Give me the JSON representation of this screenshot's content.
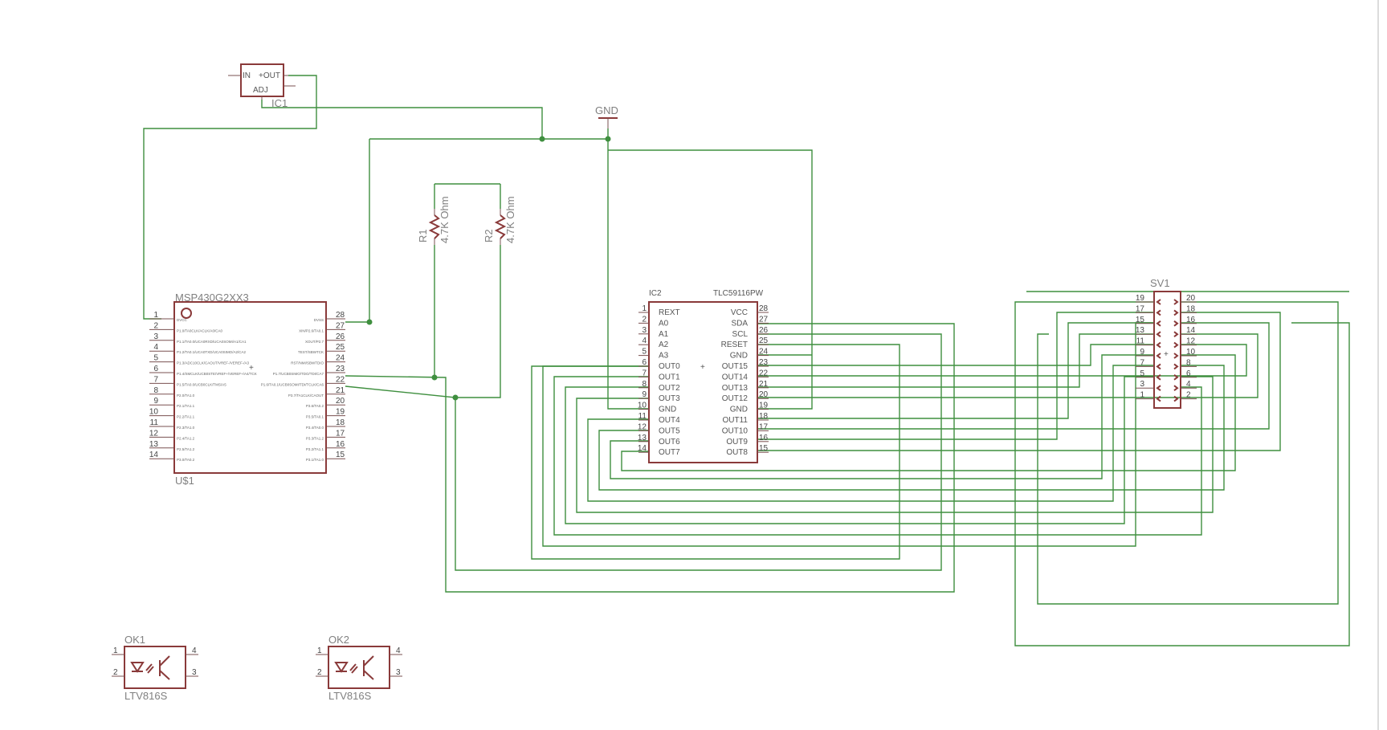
{
  "regulator": {
    "name": "IC1",
    "in": "IN",
    "out": "+OUT",
    "adj": "ADJ"
  },
  "gnd_label": "GND",
  "resistors": [
    {
      "name": "R1",
      "value": "4.7K Ohm"
    },
    {
      "name": "R2",
      "value": "4.7K Ohm"
    }
  ],
  "mcu": {
    "value": "MSP430G2XX3",
    "name": "U$1",
    "left_pins": [
      "1",
      "2",
      "3",
      "4",
      "5",
      "6",
      "7",
      "8",
      "9",
      "10",
      "11",
      "12",
      "13",
      "14"
    ],
    "left_signals": [
      "DVCC",
      "P1.0/TA0CLK/ACLK/A0/CA0",
      "P1.1/TA0.0/UCA0RXD/UCA0SOMI/A1/CA1",
      "P1.2/TA0.1/UCA0TXD/UCA0SIMO/A2/CA2",
      "P1.3/ADC10CLK/CAOUT/VREF-/VEREF-/A3",
      "P1.4/SMCLK/UCB0STE/VREF+/VEREF+/A4/TCK",
      "P1.5/TA0.0/UCB0CLK/TMS/A5",
      "P2.0/TA1.0",
      "P2.1/TA1.1",
      "P2.2/TA1.1",
      "P2.3/TA1.0",
      "P2.4/TA1.2",
      "P2.5/TA1.2",
      "P3.0/TA0.2"
    ],
    "right_pins": [
      "28",
      "27",
      "26",
      "25",
      "24",
      "23",
      "22",
      "21",
      "20",
      "19",
      "18",
      "17",
      "16",
      "15"
    ],
    "right_signals": [
      "DVSS",
      "XIN/P2.6/TA0.1",
      "XOUT/P2.7",
      "TEST/SBWTCK",
      "RST/NMI/SBWTDIO",
      "P1.7/UCB0SIMO/TDO/TDI/CA7",
      "P1.6/TA0.1/UCB0SOMI/TDI/TCLK/CA6",
      "P3.7/TA1CLK/CAOUT",
      "P3.6/TA0.2",
      "P3.5/TA0.1",
      "P3.4/TA0.0",
      "P3.3/TA1.2",
      "P3.2/TA1.1",
      "P3.1/TA1.0"
    ]
  },
  "driver": {
    "name": "IC2",
    "value": "TLC59116PW",
    "left_pins": [
      "1",
      "2",
      "3",
      "4",
      "5",
      "6",
      "7",
      "8",
      "9",
      "10",
      "11",
      "12",
      "13",
      "14"
    ],
    "left_signals": [
      "REXT",
      "A0",
      "A1",
      "A2",
      "A3",
      "OUT0",
      "OUT1",
      "OUT2",
      "OUT3",
      "GND",
      "OUT4",
      "OUT5",
      "OUT6",
      "OUT7"
    ],
    "right_pins": [
      "28",
      "27",
      "26",
      "25",
      "24",
      "23",
      "22",
      "21",
      "20",
      "19",
      "18",
      "17",
      "16",
      "15"
    ],
    "right_signals": [
      "VCC",
      "SDA",
      "SCL",
      "RESET",
      "GND",
      "OUT15",
      "OUT14",
      "OUT13",
      "OUT12",
      "GND",
      "OUT11",
      "OUT10",
      "OUT9",
      "OUT8"
    ]
  },
  "connector": {
    "name": "SV1",
    "left_pins": [
      "19",
      "17",
      "15",
      "13",
      "11",
      "9",
      "7",
      "5",
      "3",
      "1"
    ],
    "right_pins": [
      "20",
      "18",
      "16",
      "14",
      "12",
      "10",
      "8",
      "6",
      "4",
      "2"
    ]
  },
  "optos": [
    {
      "name": "OK1",
      "value": "LTV816S",
      "pins": [
        "1",
        "2",
        "4",
        "3"
      ]
    },
    {
      "name": "OK2",
      "value": "LTV816S",
      "pins": [
        "1",
        "2",
        "4",
        "3"
      ]
    }
  ],
  "colors": {
    "wire": "#3f8f3f",
    "part": "#8a3a3a",
    "label": "#808080"
  }
}
